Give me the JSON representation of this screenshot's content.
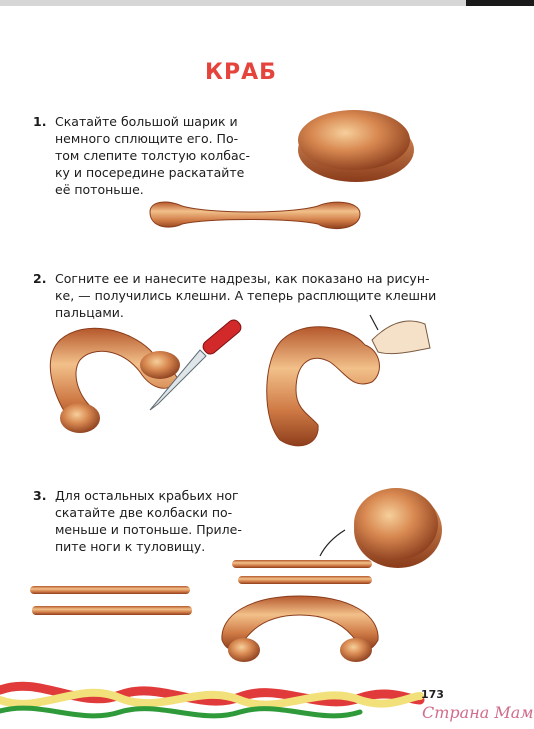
{
  "title": "КРАБ",
  "steps": [
    {
      "number": "1.",
      "lines": [
        "Скатайте большой шарик и",
        "немного сплющите его. По-",
        "том слепите толстую колбас-",
        "ку и посередине раскатайте",
        "её потоньше."
      ]
    },
    {
      "number": "2.",
      "lines": [
        "Согните ее и нанесите надрезы, как показано на рисун-",
        "ке, — получились клешни. А теперь расплющите клешни",
        "пальцами."
      ]
    },
    {
      "number": "3.",
      "lines": [
        "Для остальных крабьих ног",
        "скатайте две колбаски по-",
        "меньше и потоньше. Прилe-",
        "пите ноги к туловищу."
      ]
    }
  ],
  "page_number": "173",
  "watermark": "Страна Мам",
  "colors": {
    "title": "#e5443c",
    "clay": "#c96b3c",
    "clay_highlight": "#f3c08a",
    "rope_red": "#e03a3a",
    "rope_yellow": "#f2e07a"
  }
}
